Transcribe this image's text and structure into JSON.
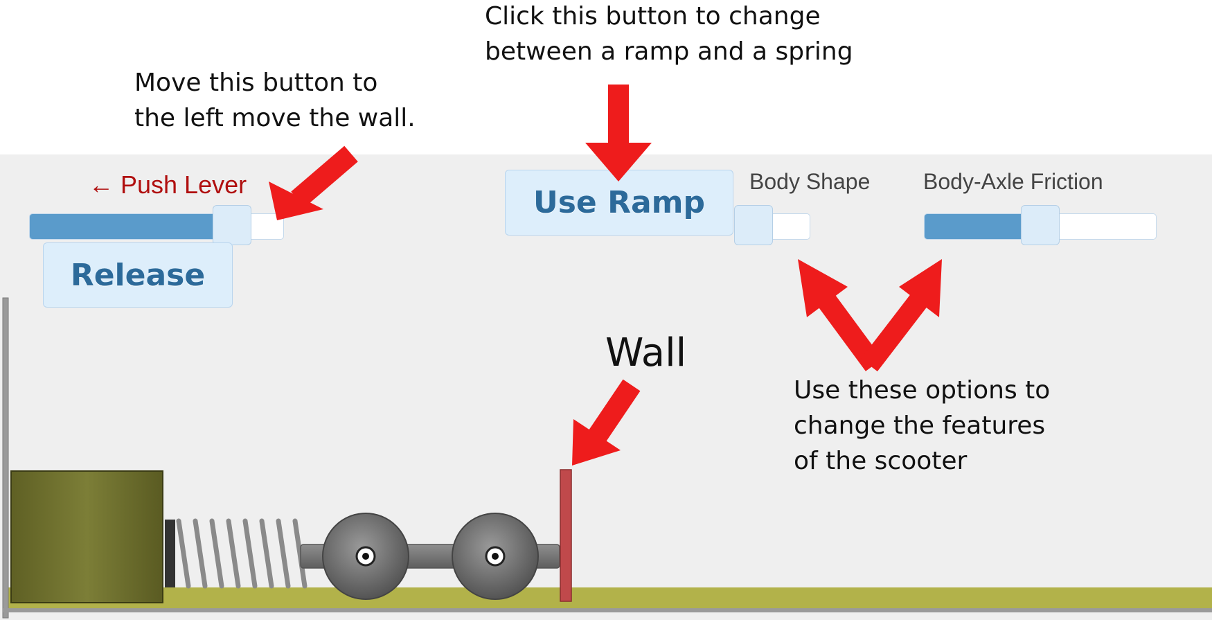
{
  "annotations": {
    "click_button": "Click this button to change\nbetween a ramp and a spring",
    "move_button": "Move this button to\nthe left move the wall.",
    "wall": "Wall",
    "options": "Use these options to\nchange the features\nof the scooter"
  },
  "controls": {
    "push_lever_label": "← Push Lever",
    "push_lever_level": 0.85,
    "release_label": "Release",
    "use_ramp_label": "Use Ramp",
    "body_shape_label": "Body Shape",
    "body_shape_level": 0.0,
    "friction_label": "Body-Axle Friction",
    "friction_level": 0.5
  },
  "colors": {
    "arrow": "#ee1c1c",
    "button_bg": "#ddeefb",
    "button_text": "#2c6a9a",
    "slider_fill": "#5a9bcb",
    "lever_label": "#b00f0f",
    "ground": "#b2b24a",
    "wall": "#c0494b",
    "block": "#6b6d2c"
  },
  "icons": {
    "arrow": "red-arrow-icon",
    "thumb": "slider-thumb"
  }
}
